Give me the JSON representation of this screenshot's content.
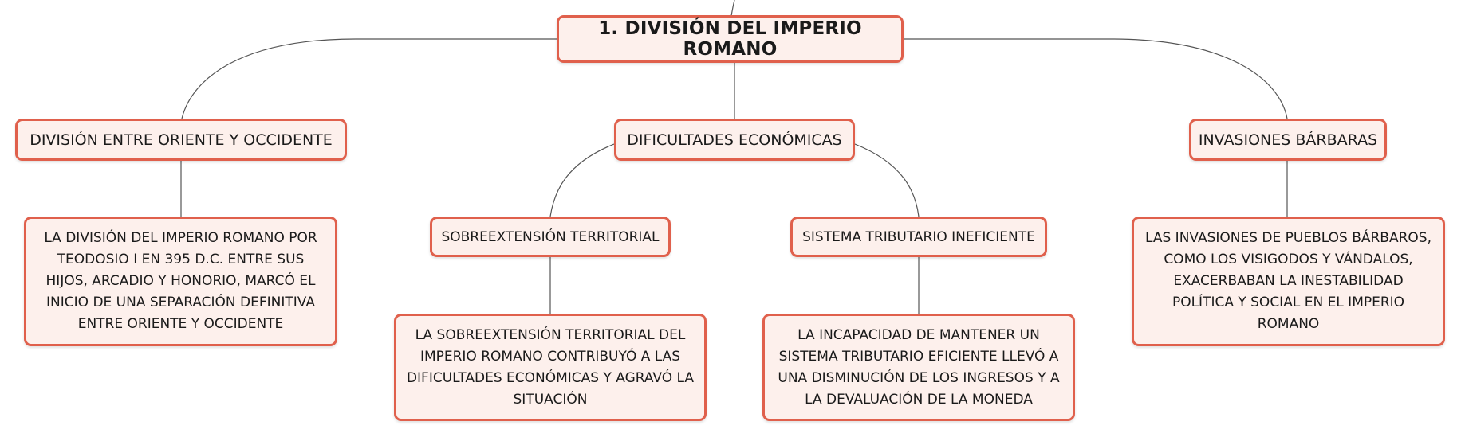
{
  "root": {
    "label": "1. DIVISIÓN DEL IMPERIO ROMANO"
  },
  "branches": {
    "division": {
      "label": "DIVISIÓN ENTRE ORIENTE Y OCCIDENTE",
      "detail": "LA DIVISIÓN DEL IMPERIO ROMANO POR TEODOSIO I EN 395 D.C. ENTRE SUS HIJOS, ARCADIO Y HONORIO, MARCÓ EL INICIO DE UNA SEPARACIÓN DEFINITIVA ENTRE ORIENTE Y OCCIDENTE"
    },
    "economic": {
      "label": "DIFICULTADES ECONÓMICAS",
      "sub": {
        "overextension": {
          "label": "SOBREEXTENSIÓN TERRITORIAL",
          "detail": "LA SOBREEXTENSIÓN TERRITORIAL DEL IMPERIO ROMANO CONTRIBUYÓ A LAS DIFICULTADES ECONÓMICAS Y AGRAVÓ LA SITUACIÓN"
        },
        "tax": {
          "label": "SISTEMA TRIBUTARIO INEFICIENTE",
          "detail": "LA INCAPACIDAD DE MANTENER UN SISTEMA TRIBUTARIO EFICIENTE LLEVÓ A UNA DISMINUCIÓN DE LOS INGRESOS Y A LA DEVALUACIÓN DE LA MONEDA"
        }
      }
    },
    "invasions": {
      "label": "INVASIONES BÁRBARAS",
      "detail": "LAS INVASIONES DE PUEBLOS BÁRBAROS, COMO LOS VISIGODOS Y VÁNDALOS, EXACERBABAN LA INESTABILIDAD POLÍTICA Y SOCIAL EN EL IMPERIO ROMANO"
    }
  }
}
